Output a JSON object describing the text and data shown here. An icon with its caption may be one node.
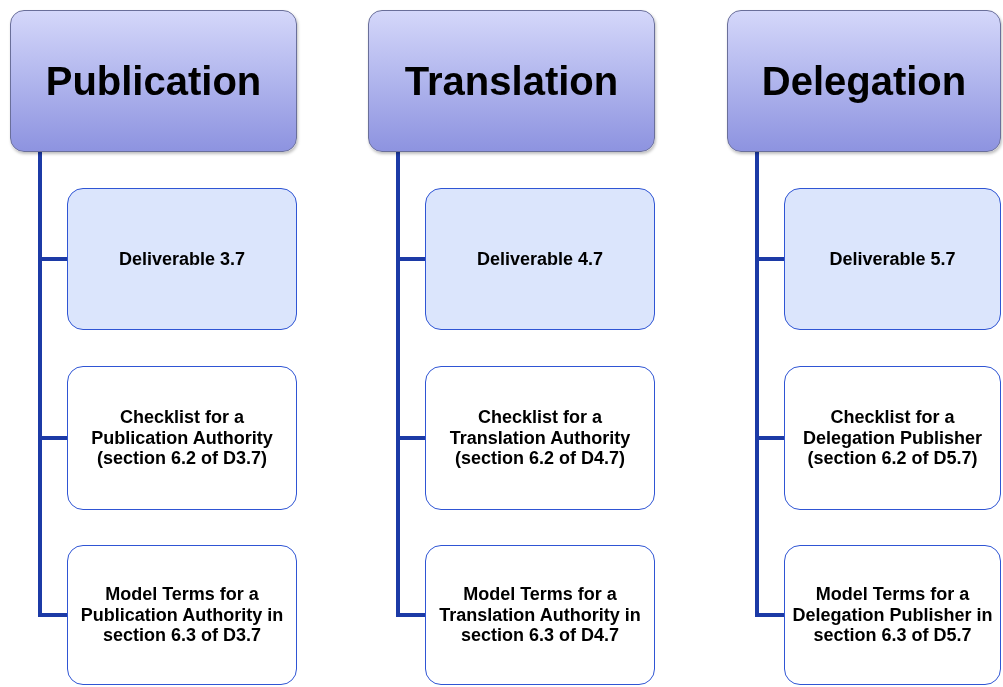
{
  "diagram": {
    "nodes": [
      {
        "text": [
          "Publication"
        ]
      },
      {
        "text": [
          "Deliverable 3.7"
        ]
      },
      {
        "text": [
          "Checklist for a Publication Authority (section 6.2 of D3.7)"
        ]
      },
      {
        "text": [
          "Model Terms for a Publication Authority in section 6.3 of D3.7"
        ]
      },
      {
        "text": [
          "Translation"
        ]
      },
      {
        "text": [
          "Deliverable 4.7"
        ]
      },
      {
        "text": [
          "Checklist for a Translation Authority (section 6.2 of D4.7)"
        ]
      },
      {
        "text": [
          "Model Terms for a Translation Authority  in section 6.3 of D4.7"
        ]
      },
      {
        "text": [
          "Delegation"
        ]
      },
      {
        "text": [
          "Deliverable 5.7"
        ]
      },
      {
        "text": [
          "Checklist for a Delegation Publisher (section 6.2 of D5.7)"
        ]
      },
      {
        "text": [
          "Model Terms for a Delegation Publisher in section 6.3 of D5.7"
        ]
      }
    ],
    "edges": [
      {
        "from": 0,
        "to": 1,
        "arrow": "none"
      },
      {
        "from": 0,
        "to": 2,
        "arrow": "none"
      },
      {
        "from": 0,
        "to": 3,
        "arrow": "none"
      },
      {
        "from": 4,
        "to": 5,
        "arrow": "none"
      },
      {
        "from": 4,
        "to": 6,
        "arrow": "none"
      },
      {
        "from": 4,
        "to": 7,
        "arrow": "none"
      },
      {
        "from": 8,
        "to": 9,
        "arrow": "none"
      },
      {
        "from": 8,
        "to": 10,
        "arrow": "none"
      },
      {
        "from": 8,
        "to": 11,
        "arrow": "none"
      }
    ]
  }
}
